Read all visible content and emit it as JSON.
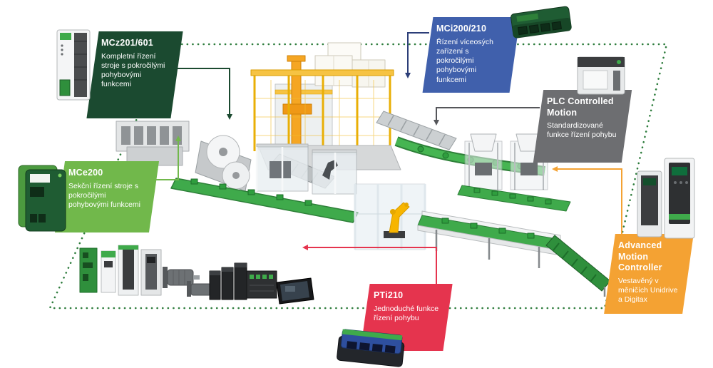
{
  "figure": {
    "type": "product-application-infographic",
    "perimeter_color": "#2e7d3d",
    "machine_elements": [
      "flow-wrapper",
      "film-reel-unwinder",
      "infeed-conveyor",
      "case-erector",
      "palletizer-cell",
      "pallet-boxes",
      "process-machines",
      "robot-cell",
      "transfer-conveyors",
      "filling-machines",
      "outfeed-conveyor",
      "incline-elevator",
      "product-family-lineup"
    ],
    "product_lineup_icons": [
      "servo-drive-pcb",
      "compact-servo-drive",
      "ac-drive",
      "servo-drive",
      "servo-motor",
      "servo-motor-compact",
      "dc-drive-stack",
      "plc-io-module",
      "hmi-touch-panel"
    ]
  },
  "callouts": {
    "mcz": {
      "title": "MCz201/601",
      "body": "Kompletní řízení stroje s pokročilými pohybovými funkcemi",
      "color": "#1b4a30",
      "device_icon": "mcz-controller-module"
    },
    "mci": {
      "title": "MCi200/210",
      "body": "Řízení víceosých zařízení s pokročilými pohybovými funkcemi",
      "color": "#4060ac",
      "device_icon": "mci-machine-controller"
    },
    "plc": {
      "title": "PLC Controlled Motion",
      "body": "Standardizované funkce řízení pohybu",
      "color": "#6d6e71",
      "device_icon": "plc-drive-unit"
    },
    "mce": {
      "title": "MCe200",
      "body": "Sekční řízení stroje s pokročilými pohybovými funkcemi",
      "color": "#71b84b",
      "device_icon": "mce-controller"
    },
    "pti": {
      "title": "PTi210",
      "body": "Jednoduché funkce řízení pohybu",
      "color": "#e5344e",
      "device_icon": "pti-module"
    },
    "amc": {
      "title": "Advanced Motion Controller",
      "body": "Vestavěný v měničích Unidrive a Digitax",
      "color": "#f4a233",
      "device_icon": "unidrive-digitax-drives"
    }
  }
}
